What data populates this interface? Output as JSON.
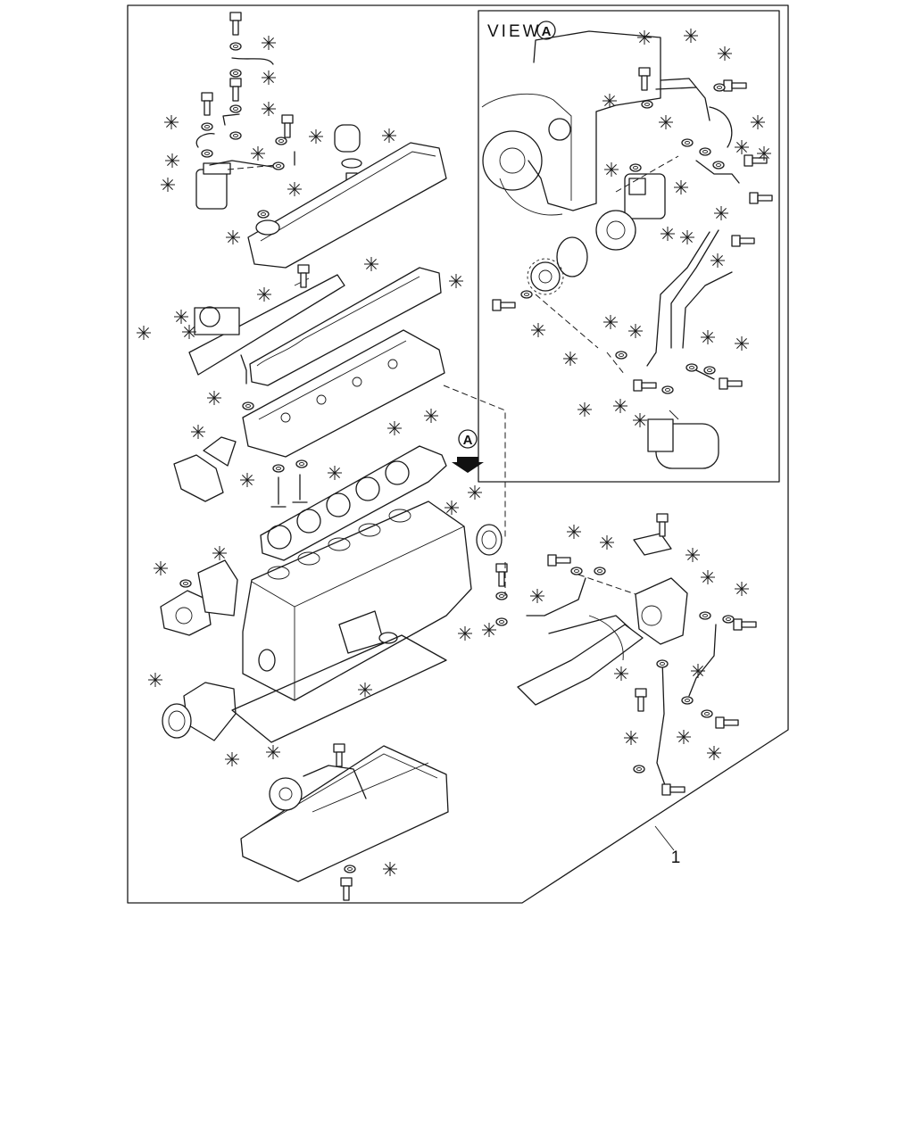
{
  "diagram": {
    "view_title": "VIEW",
    "view_callout": "A",
    "pointer_callout": "A",
    "item_number": "1",
    "kit_mark_symbol": "✳"
  }
}
